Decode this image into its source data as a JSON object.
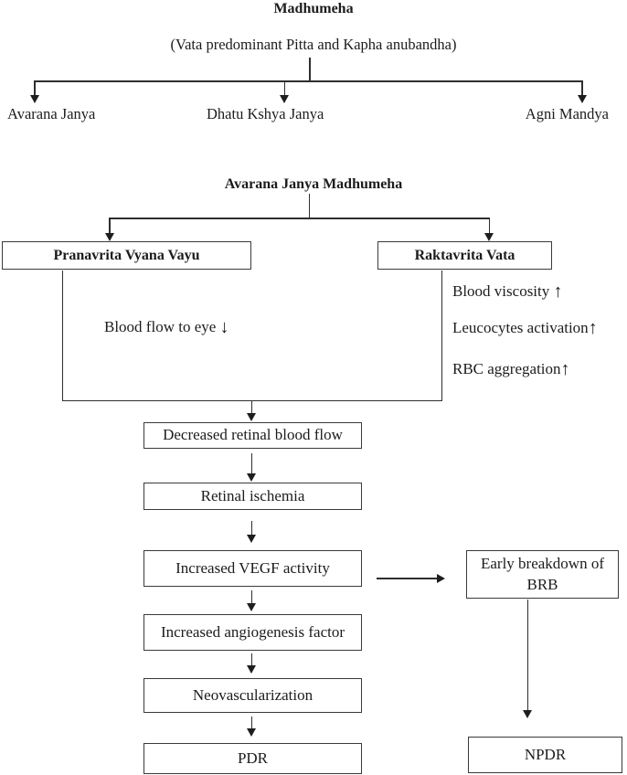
{
  "top": {
    "title": "Madhumeha",
    "subtitle": "(Vata predominant Pitta and Kapha anubandha)",
    "branches": [
      {
        "label": "Avarana Janya"
      },
      {
        "label": "Dhatu Kshya Janya"
      },
      {
        "label": "Agni Mandya"
      }
    ]
  },
  "avarana": {
    "title": "Avarana Janya Madhumeha",
    "left_box": "Pranavrita Vyana Vayu",
    "right_box": "Raktavrita Vata",
    "left_note": "Blood flow to eye",
    "right_notes": [
      {
        "label": "Blood viscosity"
      },
      {
        "label": "Leucocytes activation"
      },
      {
        "label": "RBC aggregation"
      }
    ]
  },
  "icons": {
    "up_arrow": "↑",
    "down_arrow": "↓"
  },
  "flow": {
    "boxes": [
      "Decreased retinal blood flow",
      "Retinal ischemia",
      "Increased VEGF activity",
      "Increased angiogenesis factor",
      "Neovascularization",
      "PDR"
    ]
  },
  "side": {
    "brb_box": "Early breakdown of BRB",
    "npdr_box": "NPDR"
  }
}
